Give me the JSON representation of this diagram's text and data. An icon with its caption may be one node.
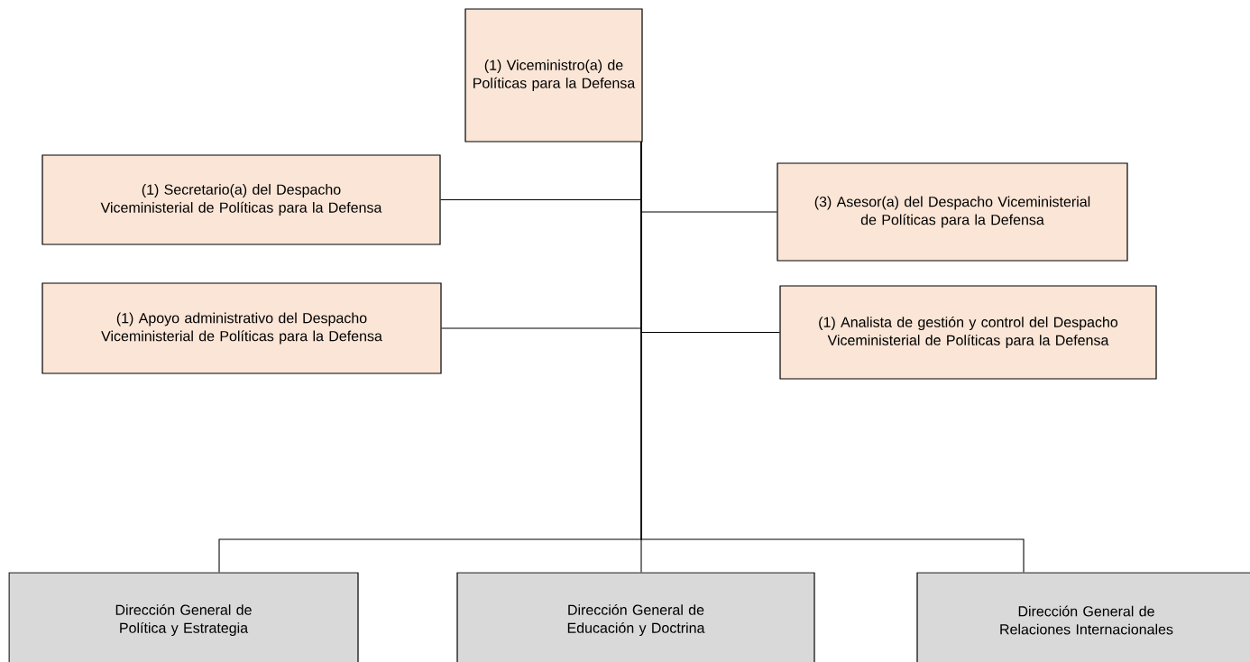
{
  "diagram": {
    "nodes": [
      {
        "text": [
          "(1) Viceministro(a) de Políticas para la Defensa"
        ]
      },
      {
        "text": [
          "(1) Secretario(a) del Despacho Viceministerial de Políticas para la Defensa"
        ]
      },
      {
        "text": [
          "(3) Asesor(a) del Despacho Viceministerial de Políticas para la Defensa"
        ]
      },
      {
        "text": [
          "(1) Apoyo administrativo del Despacho Viceministerial de Políticas para la Defensa"
        ]
      },
      {
        "text": [
          "(1) Analista de gestión y control del Despacho Viceministerial de Políticas para la Defensa"
        ]
      },
      {
        "text": [
          "Dirección General de Política y Estrategia"
        ]
      },
      {
        "text": [
          "Dirección General de Educación y Doctrina"
        ]
      },
      {
        "text": [
          "Dirección General de Relaciones Internacionales"
        ]
      }
    ],
    "edges": [
      {
        "from": 0,
        "to": 1,
        "arrow": "none"
      },
      {
        "from": 0,
        "to": 2,
        "arrow": "none"
      },
      {
        "from": 0,
        "to": 3,
        "arrow": "none"
      },
      {
        "from": 0,
        "to": 4,
        "arrow": "none"
      },
      {
        "from": 0,
        "to": 5,
        "arrow": "none"
      },
      {
        "from": 0,
        "to": 6,
        "arrow": "none"
      },
      {
        "from": 0,
        "to": 7,
        "arrow": "none"
      }
    ]
  }
}
